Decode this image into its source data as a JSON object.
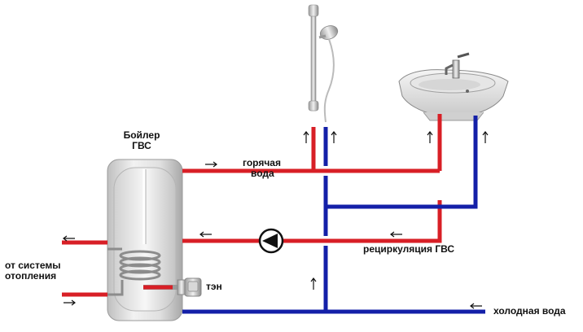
{
  "labels": {
    "boiler_line1": "Бойлер",
    "boiler_line2": "ГВС",
    "hot_water_line1": "горячая",
    "hot_water_line2": "вода",
    "recirculation": "рециркуляция ГВС",
    "heating_line1": "от системы",
    "heating_line2": "отопления",
    "heater": "тэн",
    "cold_water": "холодная вода"
  },
  "colors": {
    "hot_pipe": "#d81f26",
    "cold_pipe": "#1420a8",
    "pump_fill": "#ffffff",
    "arrow": "#111111"
  }
}
